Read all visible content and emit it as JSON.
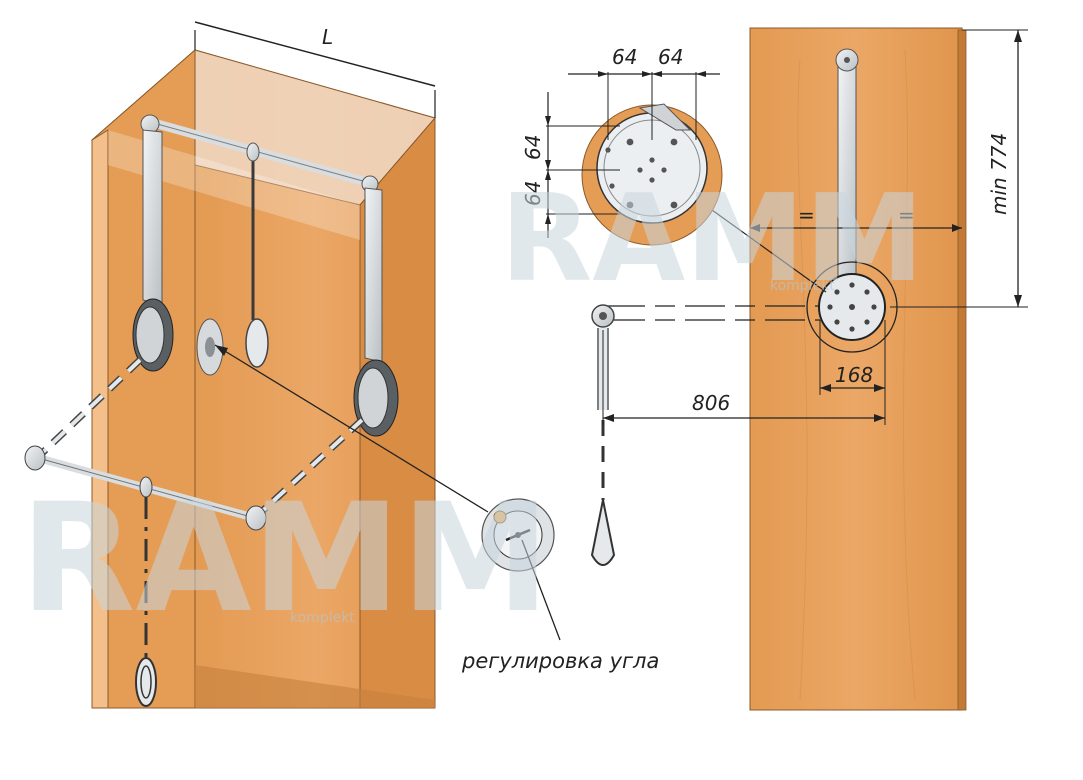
{
  "colors": {
    "wood": "#e8a15b",
    "wood_dark": "#c97d3a",
    "wood_light": "#f1bb84",
    "glass": "#f3ddc9",
    "metal": "#d9dde0",
    "metal_dark": "#6f7478",
    "line": "#222222",
    "watermark": "#c9d6de"
  },
  "labels": {
    "width": "L",
    "angle_adjust": "регулировка угла",
    "dim_top_left": "64",
    "dim_top_right": "64",
    "dim_side_top": "64",
    "dim_side_bottom": "64",
    "equal_left": "=",
    "equal_right": "=",
    "min_height": "min 774",
    "hub_diameter": "168",
    "reach": "806"
  },
  "watermark": {
    "brand": "RAMM",
    "site": "komplekt"
  }
}
